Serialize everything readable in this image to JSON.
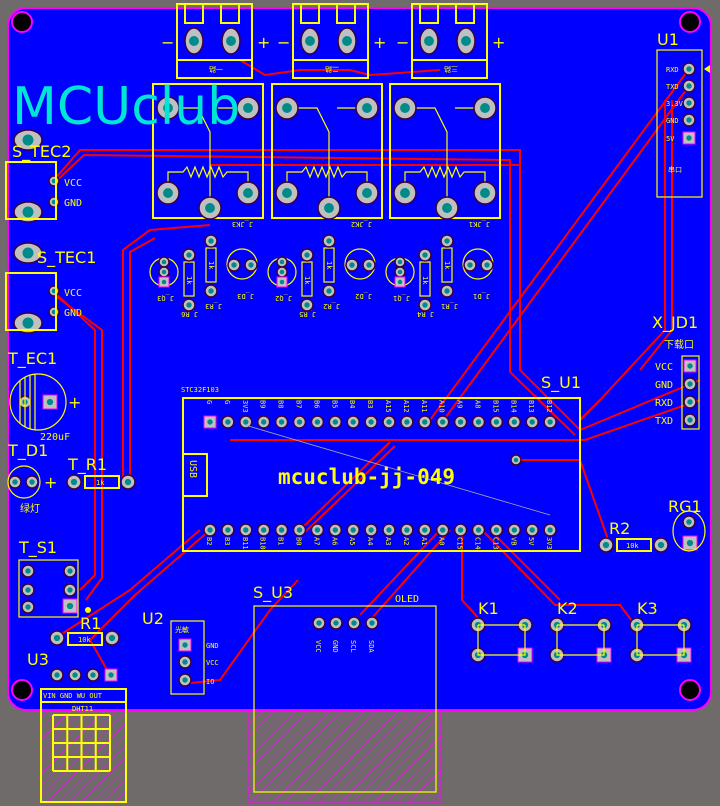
{
  "logo": "MCUclub",
  "colors": {
    "board": "#0000ff",
    "outline": "#ff00ff",
    "silkscreen": "#ffff00",
    "trace": "#ff0000",
    "pad": "#c0c0c0",
    "drill": "#008b8b",
    "background": "#6f6b6b",
    "logo": "#00e5d5"
  },
  "terminals": [
    {
      "minus": "−",
      "plus": "+",
      "label": "一路"
    },
    {
      "minus": "−",
      "plus": "+",
      "label": "二路"
    },
    {
      "minus": "−",
      "plus": "+",
      "label": "三路"
    }
  ],
  "relays": [
    "J_JK3",
    "J_JK2",
    "J_JK1"
  ],
  "relay_parts": {
    "q": [
      "J_Q3",
      "J_Q2",
      "J_Q1"
    ],
    "d": [
      "J_D3",
      "J_D2",
      "J_D1"
    ],
    "r_left": [
      "J_R6",
      "J_R5",
      "J_R4"
    ],
    "r_right": [
      "J_R3",
      "J_R2",
      "J_R1"
    ],
    "r_value": "1k"
  },
  "s_tec2": {
    "label": "S_TEC2",
    "pins": [
      "VCC",
      "GND"
    ]
  },
  "s_tec1": {
    "label": "S_TEC1",
    "pins": [
      "VCC",
      "GND"
    ]
  },
  "t_ec1": {
    "label": "T_EC1",
    "value": "220uF",
    "plus": "+"
  },
  "t_d1": {
    "label": "T_D1",
    "value": "绿灯",
    "plus": "+"
  },
  "t_r1": {
    "label": "T_R1",
    "value": "1k"
  },
  "t_s1": {
    "label": "T_S1"
  },
  "r1": {
    "label": "R1",
    "value": "10k"
  },
  "u2": {
    "label": "U2",
    "title": "光敏",
    "pins": [
      "GND",
      "VCC",
      "IO"
    ]
  },
  "u3": {
    "label": "U3",
    "pins": "VIN GND WU OUT",
    "title": "DHT11"
  },
  "s_u3": {
    "label": "S_U3",
    "title": "OLED",
    "pins": [
      "VCC",
      "GND",
      "SCL",
      "SDA"
    ]
  },
  "s_u1": {
    "label": "S_U1",
    "model": "STC32F103",
    "name": "mcuclub-jj-049",
    "usb": "USB",
    "top_pins": [
      "G",
      "G",
      "3V3",
      "B9",
      "B8",
      "B7",
      "B6",
      "B5",
      "B4",
      "B3",
      "A15",
      "A12",
      "A11",
      "A10",
      "A9",
      "A8",
      "B15",
      "B14",
      "B13",
      "B12"
    ],
    "bottom_pins": [
      "B2",
      "B3",
      "B11",
      "B10",
      "B1",
      "B0",
      "A7",
      "A6",
      "A5",
      "A4",
      "A3",
      "A2",
      "A1",
      "A0",
      "C15",
      "C14",
      "C13",
      "VB",
      "5V",
      "3V3"
    ]
  },
  "u1": {
    "label": "U1",
    "pins": [
      "RXD",
      "TXD",
      "3.3V",
      "GND",
      "5V"
    ],
    "title": "串口"
  },
  "x_jd1": {
    "label": "X_JD1",
    "title": "下载口",
    "pins": [
      "VCC",
      "GND",
      "RXD",
      "TXD"
    ]
  },
  "r2": {
    "label": "R2",
    "value": "10k"
  },
  "rg1": {
    "label": "RG1"
  },
  "keys": [
    "K1",
    "K2",
    "K3"
  ]
}
